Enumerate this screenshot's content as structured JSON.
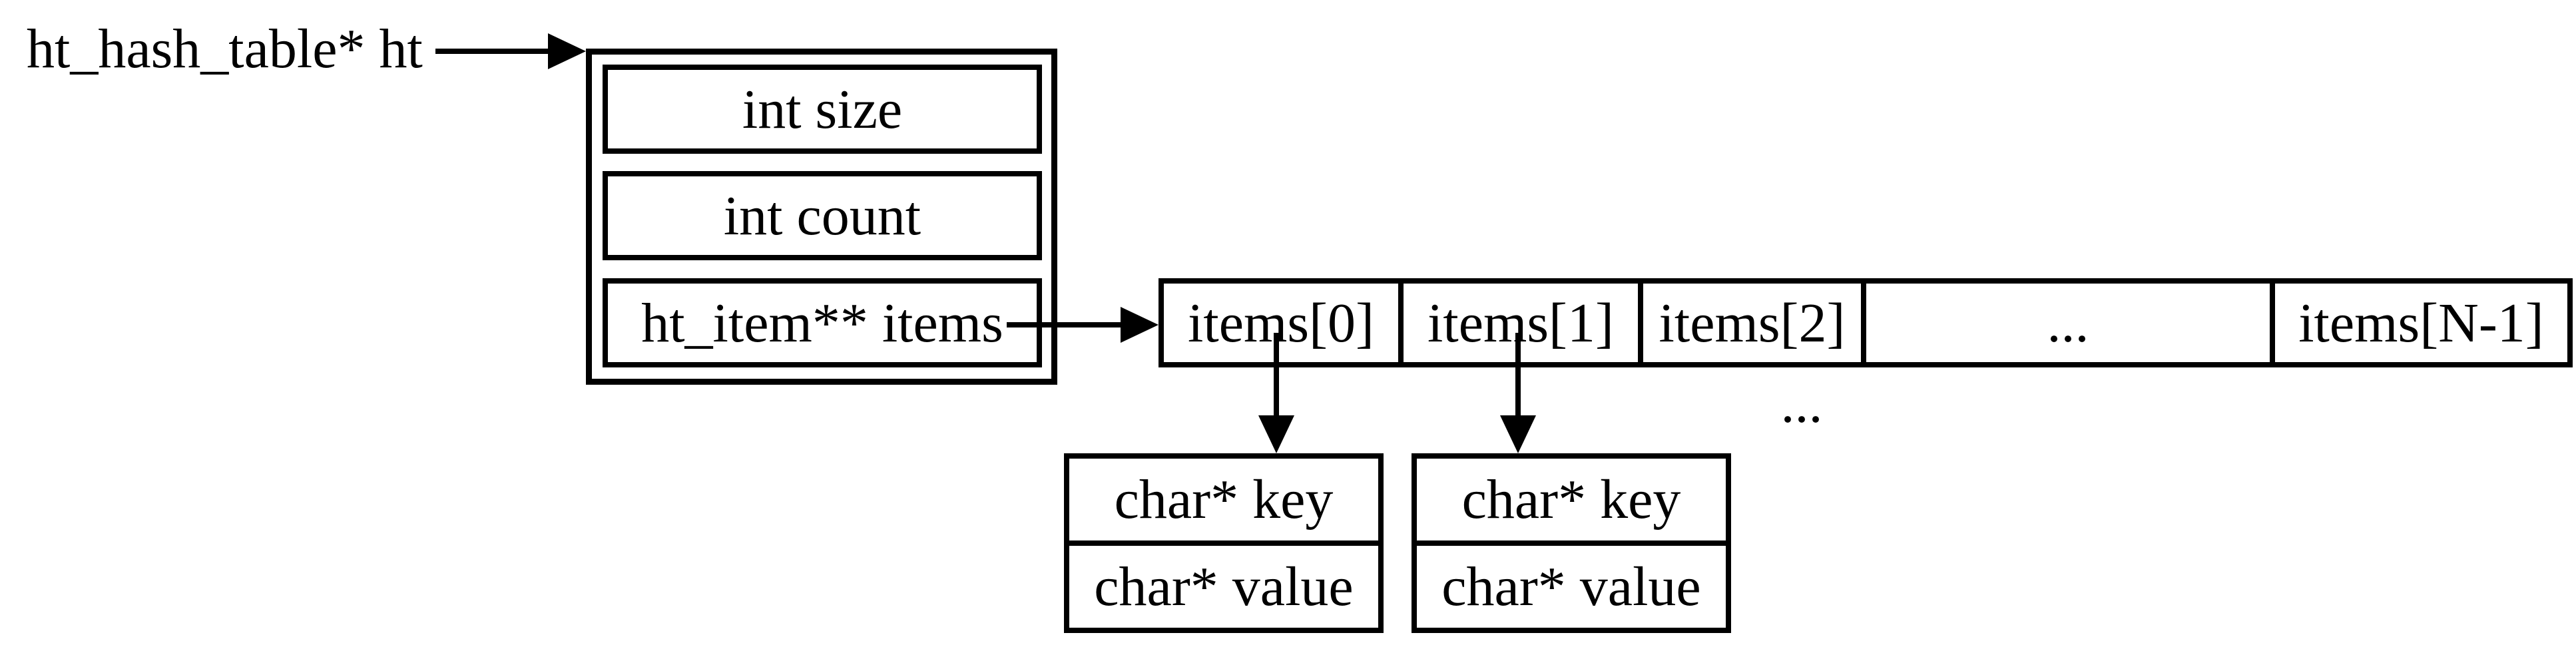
{
  "diagram": {
    "pointer_label": "ht_hash_table* ht",
    "struct_fields": [
      "int size",
      "int count",
      "ht_item** items"
    ],
    "array_cells": [
      "items[0]",
      "items[1]",
      "items[2]",
      "...",
      "items[N-1]"
    ],
    "continuation_ellipsis": "...",
    "item_structs": [
      {
        "fields": [
          "char* key",
          "char* value"
        ]
      },
      {
        "fields": [
          "char* key",
          "char* value"
        ]
      }
    ],
    "colors": {
      "ink": "#000000",
      "background": "#ffffff"
    }
  }
}
